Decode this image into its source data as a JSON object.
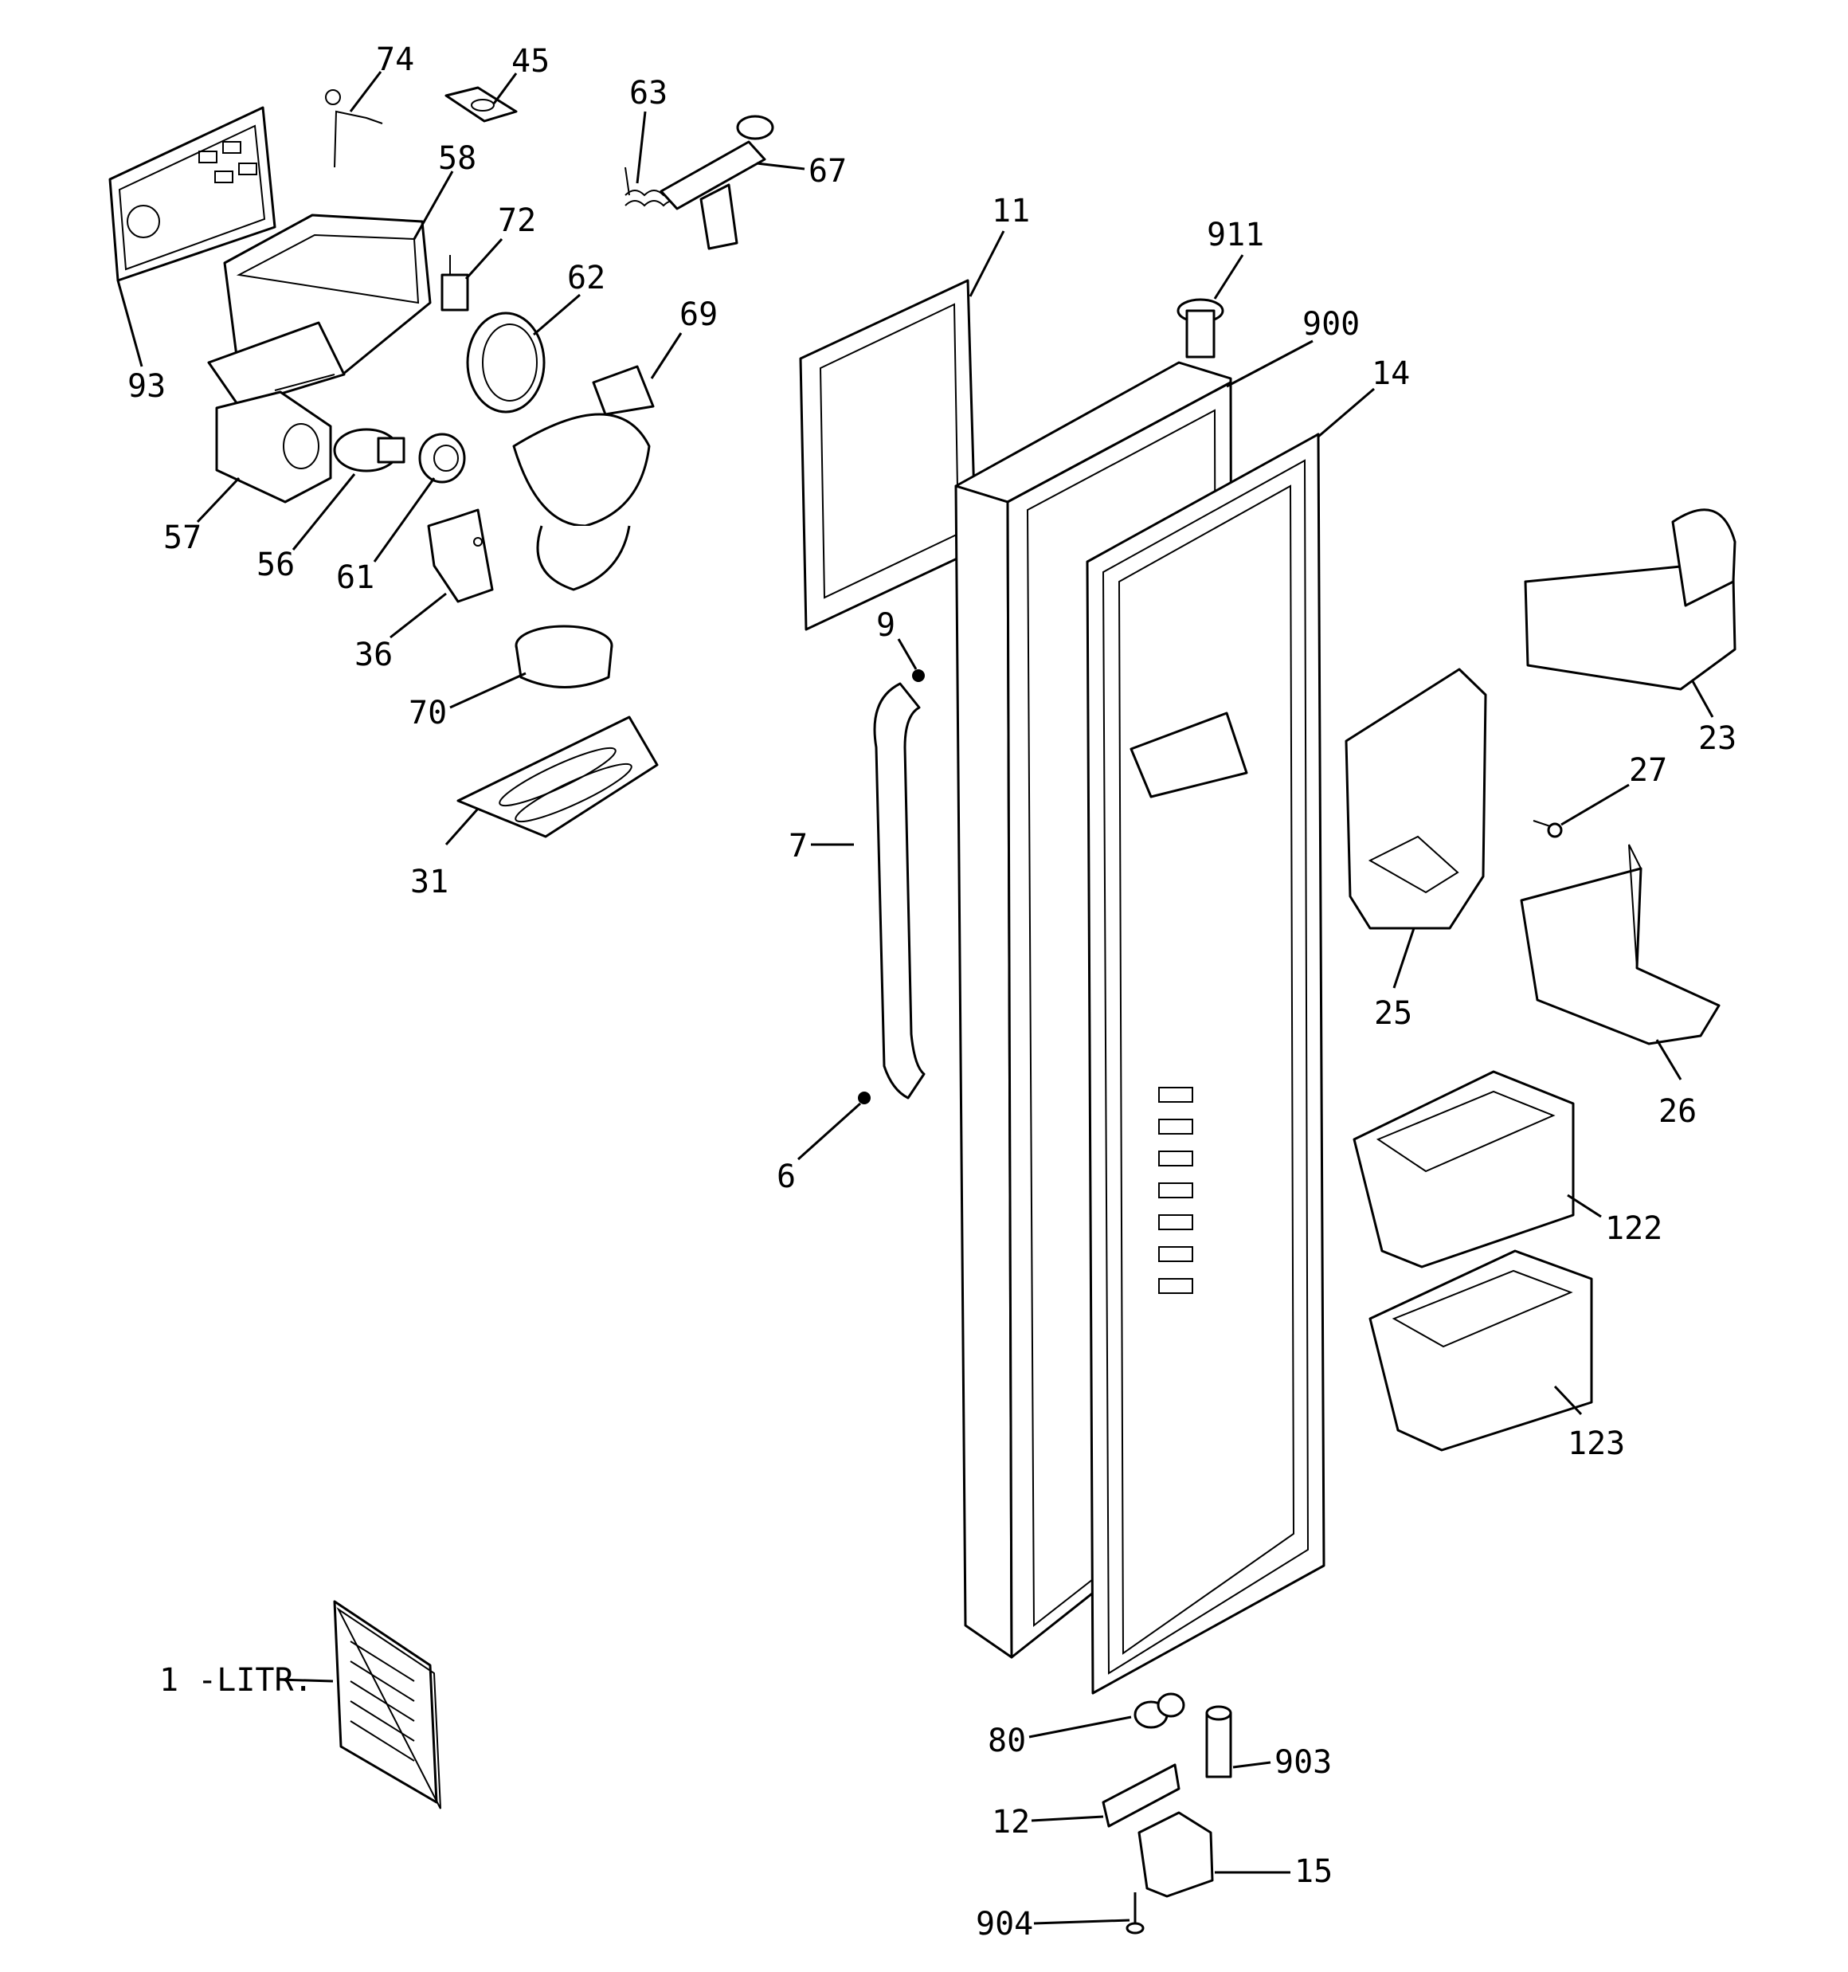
{
  "diagram": {
    "callouts": [
      {
        "id": "74",
        "label": "74"
      },
      {
        "id": "45",
        "label": "45"
      },
      {
        "id": "63",
        "label": "63"
      },
      {
        "id": "58",
        "label": "58"
      },
      {
        "id": "67",
        "label": "67"
      },
      {
        "id": "72",
        "label": "72"
      },
      {
        "id": "11",
        "label": "11"
      },
      {
        "id": "911",
        "label": "911"
      },
      {
        "id": "62",
        "label": "62"
      },
      {
        "id": "69",
        "label": "69"
      },
      {
        "id": "900",
        "label": "900"
      },
      {
        "id": "14",
        "label": "14"
      },
      {
        "id": "93",
        "label": "93"
      },
      {
        "id": "57",
        "label": "57"
      },
      {
        "id": "56",
        "label": "56"
      },
      {
        "id": "61",
        "label": "61"
      },
      {
        "id": "36",
        "label": "36"
      },
      {
        "id": "9",
        "label": "9"
      },
      {
        "id": "70",
        "label": "70"
      },
      {
        "id": "23",
        "label": "23"
      },
      {
        "id": "27",
        "label": "27"
      },
      {
        "id": "7",
        "label": "7"
      },
      {
        "id": "31",
        "label": "31"
      },
      {
        "id": "25",
        "label": "25"
      },
      {
        "id": "26",
        "label": "26"
      },
      {
        "id": "6",
        "label": "6"
      },
      {
        "id": "122",
        "label": "122"
      },
      {
        "id": "123",
        "label": "123"
      },
      {
        "id": "1",
        "label": "1 -LITR."
      },
      {
        "id": "80",
        "label": "80"
      },
      {
        "id": "903",
        "label": "903"
      },
      {
        "id": "12",
        "label": "12"
      },
      {
        "id": "15",
        "label": "15"
      },
      {
        "id": "904",
        "label": "904"
      }
    ]
  }
}
